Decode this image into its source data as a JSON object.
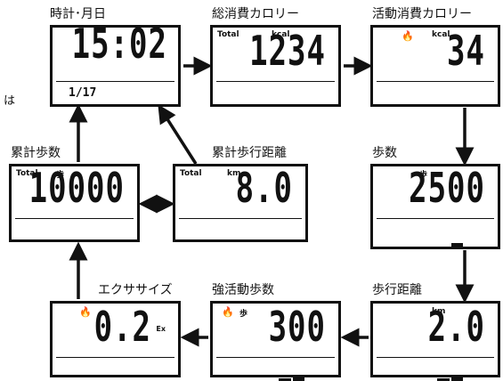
{
  "screens": {
    "clock": {
      "title": "時計･月日",
      "time": "15:02",
      "date": "1/17"
    },
    "total_calorie": {
      "title": "総消費カロリー",
      "unit_left": "Total",
      "unit": "kcal",
      "value": "1234"
    },
    "active_calorie": {
      "title": "活動消費カロリー",
      "icon": "flame-icon",
      "unit": "kcal",
      "value": "34"
    },
    "total_steps": {
      "title": "累計歩数",
      "unit_left": "Total",
      "unit": "歩",
      "value": "10000"
    },
    "total_distance": {
      "title": "累計歩行距離",
      "unit_left": "Total",
      "unit": "km",
      "value": "8.0"
    },
    "steps": {
      "title": "歩数",
      "unit": "歩",
      "value": "2500"
    },
    "exercise": {
      "title": "エクササイズ",
      "icon": "flame-icon",
      "unit": "Ex",
      "value": "0.2"
    },
    "active_steps": {
      "title": "強活動歩数",
      "icon": "flame-icon",
      "unit": "歩",
      "value": "300"
    },
    "distance": {
      "title": "歩行距離",
      "unit": "km",
      "value": "2.0"
    }
  },
  "side_note": "は"
}
